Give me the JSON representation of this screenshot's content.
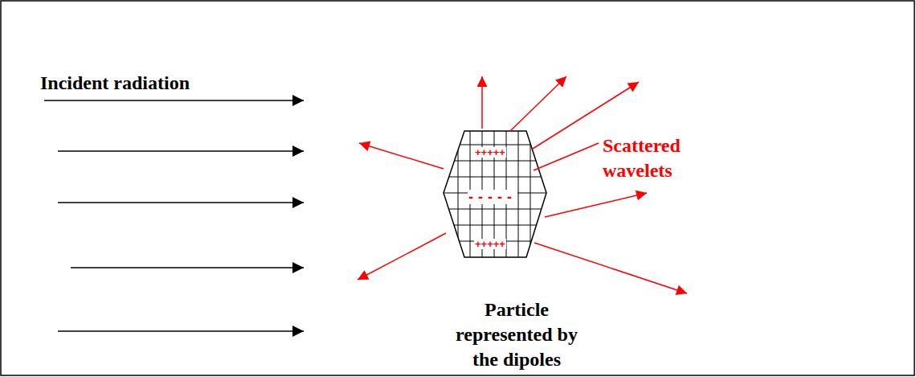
{
  "diagram": {
    "labels": [
      "Incident radiation",
      "Scattered wavelets",
      "+++++",
      "-----",
      "+++++",
      "Particle represented by the dipoles"
    ]
  }
}
